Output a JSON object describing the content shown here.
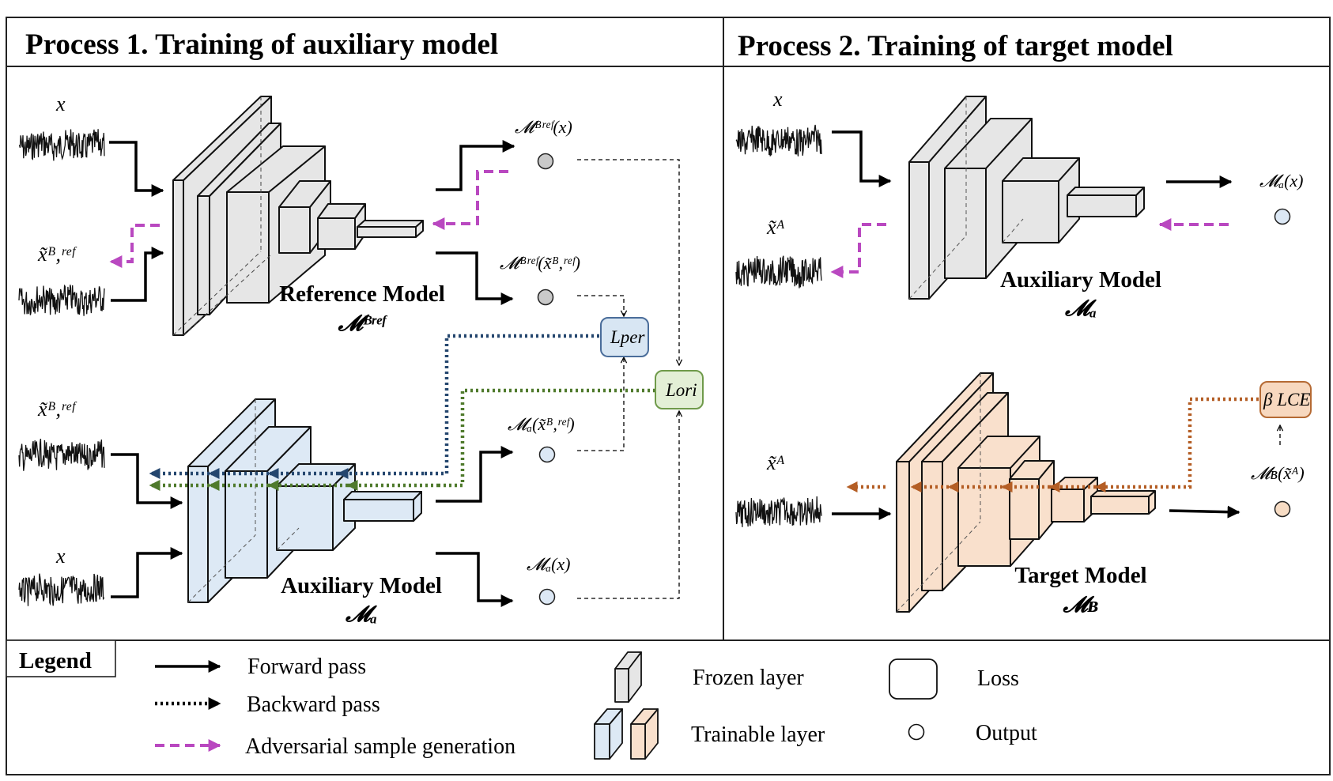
{
  "process1": {
    "title": "Process 1. Training of auxiliary model",
    "reference_model": {
      "name": "Reference Model",
      "symbol": "𝓜ᴮʳᵉᶠ"
    },
    "auxiliary_model": {
      "name": "Auxiliary Model",
      "symbol": "𝓜ₐ"
    },
    "inputs": {
      "x_top": "x",
      "xadv_top": "x̃ᴮ,ʳᵉᶠ",
      "xadv_bottom": "x̃ᴮ,ʳᵉᶠ",
      "x_bottom": "x"
    },
    "outputs": {
      "ref_clean": "𝓜ᴮʳᵉᶠ(x)",
      "ref_adv": "𝓜ᴮʳᵉᶠ(x̃ᴮ,ʳᵉᶠ)",
      "aux_adv": "𝓜ₐ(x̃ᴮ,ʳᵉᶠ)",
      "aux_clean": "𝓜ₐ(x)"
    },
    "losses": {
      "per": "Lper",
      "ori": "Lori"
    }
  },
  "process2": {
    "title": "Process 2. Training of target model",
    "auxiliary_model": {
      "name": "Auxiliary Model",
      "symbol": "𝓜ₐ"
    },
    "target_model": {
      "name": "Target Model",
      "symbol": "𝓜ʙ"
    },
    "inputs": {
      "x": "x",
      "xadv_top": "x̃ᴬ",
      "xadv_bottom": "x̃ᴬ"
    },
    "outputs": {
      "aux_clean": "𝓜ₐ(x)",
      "target_adv": "𝓜ʙ(x̃ᴬ)"
    },
    "losses": {
      "ce": "β LCE"
    }
  },
  "legend": {
    "title": "Legend",
    "forward": "Forward pass",
    "backward": "Backward pass",
    "adversarial": "Adversarial sample generation",
    "frozen": "Frozen layer",
    "trainable": "Trainable layer",
    "loss": "Loss",
    "output": "Output"
  },
  "colors": {
    "frozen": "#e6e6e6",
    "aux": "#dde9f5",
    "target": "#f9e0cc",
    "lper_fill": "#d8e6f3",
    "lper_stroke": "#4a6d9a",
    "lori_fill": "#e3efd6",
    "lori_stroke": "#6f9a4a",
    "lce_fill": "#f7d8bf",
    "lce_stroke": "#b56a34",
    "adv_arrow": "#b948c0",
    "blue_grad": "#24466e",
    "green_grad": "#4f7a2c",
    "orange_grad": "#b45e25",
    "out_gray": "#c9c9c9",
    "out_blue": "#dce8f5",
    "out_orange": "#f7dcc4"
  }
}
